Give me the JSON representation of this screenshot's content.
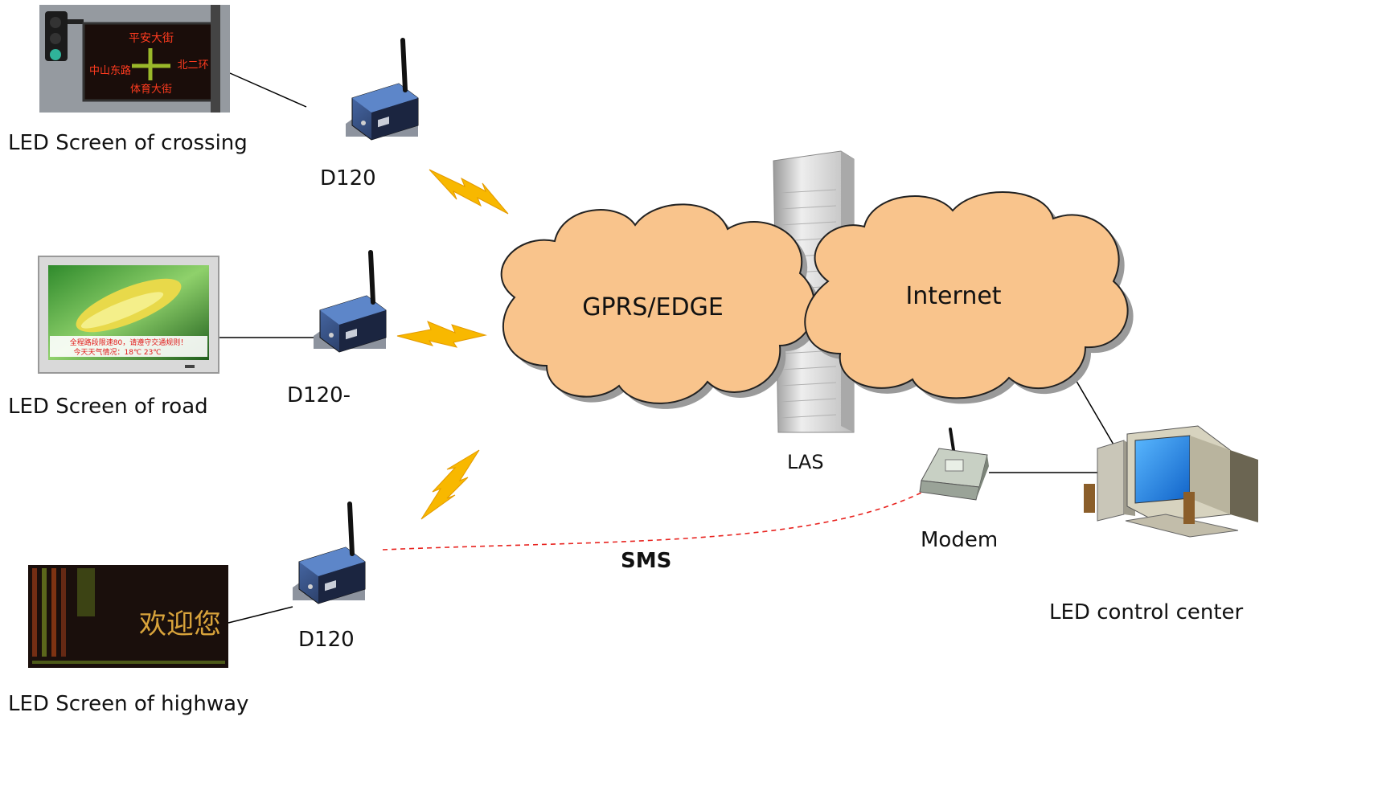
{
  "labels": {
    "crossing": "LED Screen of crossing",
    "road": "LED Screen of road",
    "highway": "LED Screen of highway",
    "d120_top": "D120",
    "d120_mid": "D120-",
    "d120_bottom": "D120",
    "las": "LAS",
    "modem": "Modem",
    "control_center": "LED control center",
    "sms": "SMS"
  },
  "clouds": {
    "gprs": "GPRS/EDGE",
    "internet": "Internet"
  },
  "screens": {
    "crossing_top": "平安大街",
    "crossing_left": "中山东路",
    "crossing_right": "北二环",
    "crossing_bottom": "体育大街",
    "road_line1": "全程路段限速80，请遵守交通规则！",
    "road_line2": "今天天气情况：18℃ 23℃",
    "highway_welcome": "欢迎您"
  },
  "colors": {
    "cloud_fill": "#f9c48c",
    "lightning": "#f8b800",
    "sms_line": "#e8231f",
    "router_body": "#2c3a5c"
  }
}
